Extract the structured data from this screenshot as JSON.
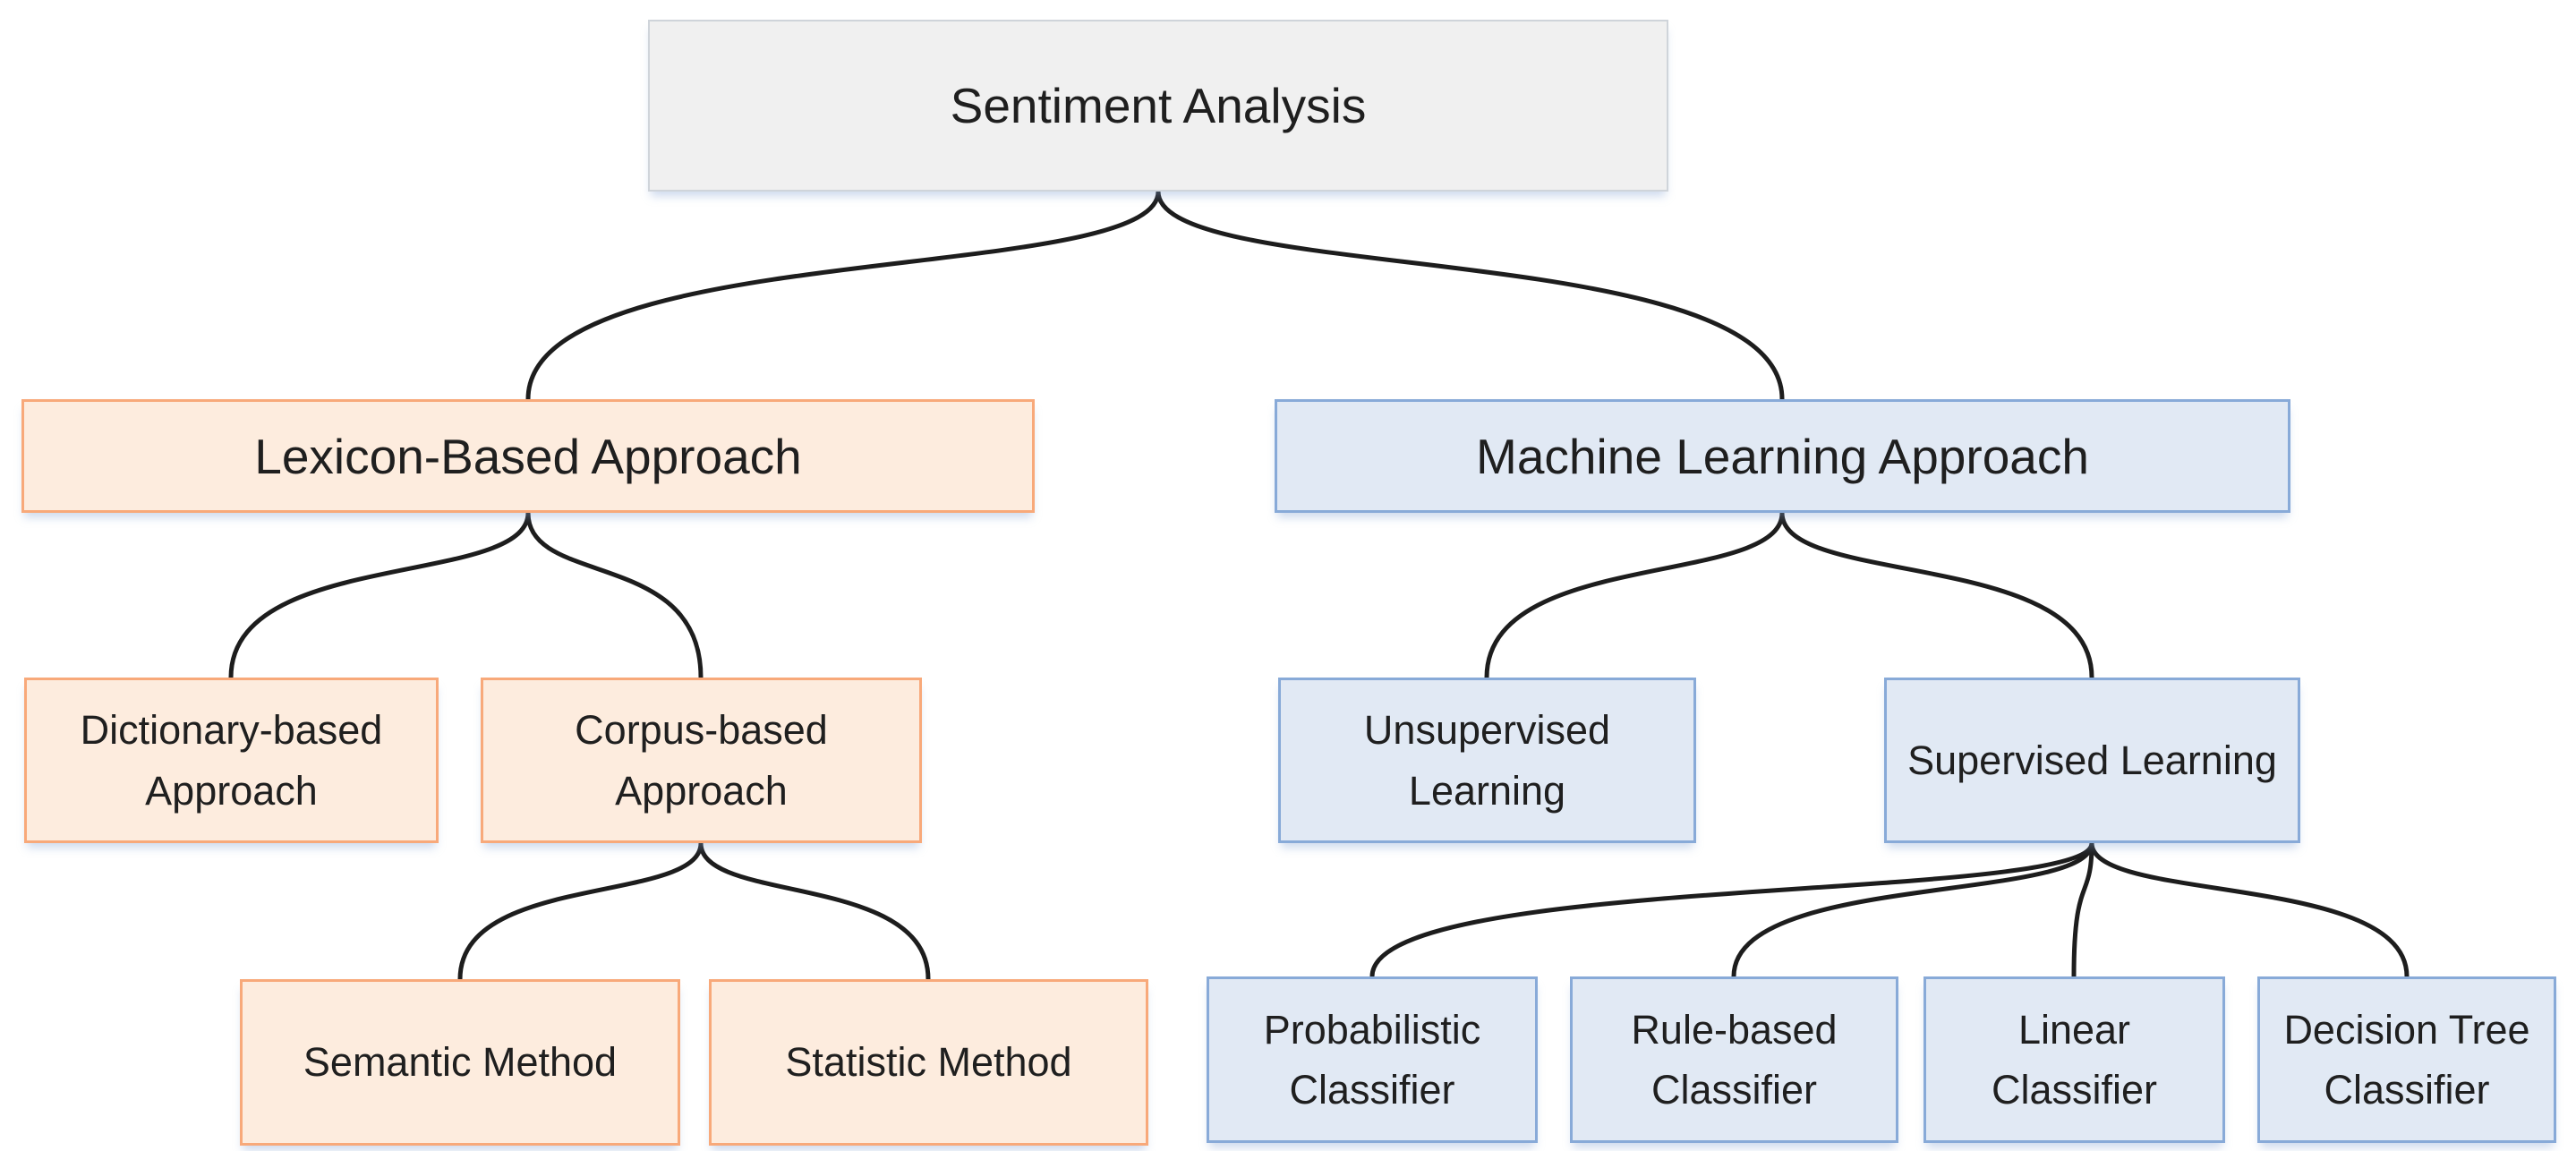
{
  "diagram": {
    "nodes": {
      "root": {
        "label": "Sentiment Analysis"
      },
      "lexicon": {
        "label": "Lexicon-Based Approach"
      },
      "machine_learning": {
        "label": "Machine Learning Approach"
      },
      "dictionary": {
        "label": "Dictionary-based Approach"
      },
      "corpus": {
        "label": "Corpus-based Approach"
      },
      "semantic": {
        "label": "Semantic Method"
      },
      "statistic": {
        "label": "Statistic Method"
      },
      "unsupervised": {
        "label": "Unsupervised Learning"
      },
      "supervised": {
        "label": "Supervised Learning"
      },
      "probabilistic": {
        "label": "Probabilistic Classifier"
      },
      "rule_based": {
        "label": "Rule-based Classifier"
      },
      "linear": {
        "label": "Linear Classifier"
      },
      "decision_tree": {
        "label": "Decision Tree Classifier"
      }
    },
    "colors": {
      "background": "#ffffff",
      "root_fill": "#f0f0f0",
      "root_border": "#cfd4da",
      "lexicon_fill": "#fdecde",
      "lexicon_border": "#f8a97a",
      "ml_fill": "#e1e9f4",
      "ml_border": "#88aad8",
      "connector": "#1d1d1d"
    }
  }
}
